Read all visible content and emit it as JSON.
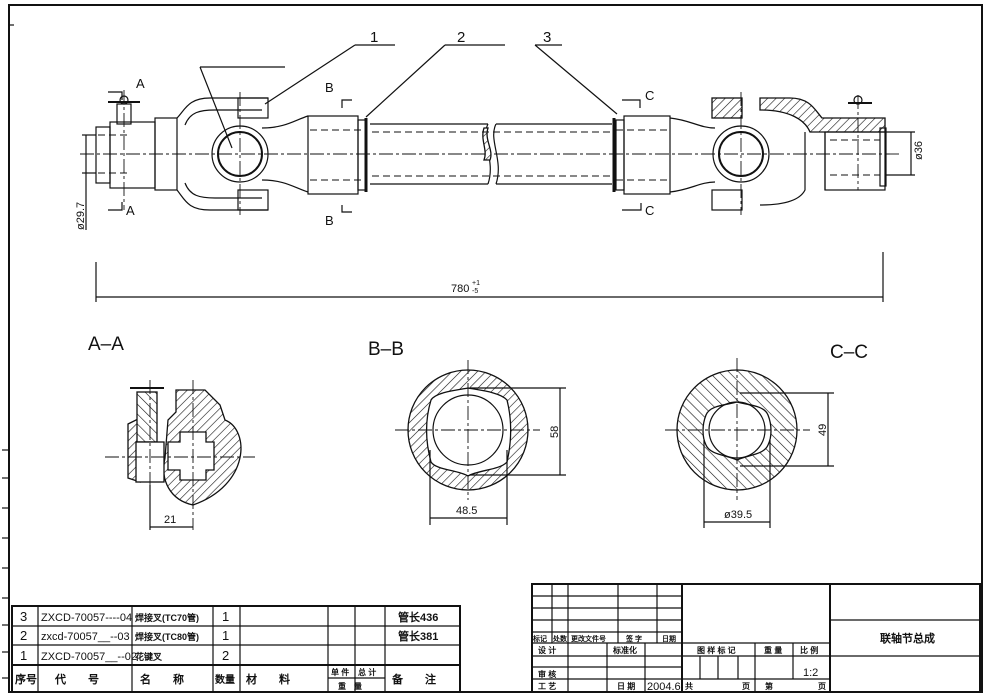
{
  "drawing": {
    "part_labels": [
      "1",
      "2",
      "3"
    ],
    "section_markers": {
      "a": "A",
      "b": "B",
      "c": "C"
    },
    "dimensions": {
      "left_diameter": "ø29.7",
      "right_diameter": "ø36",
      "overall_length": "780",
      "overall_tol_upper": "+1",
      "overall_tol_lower": "-5",
      "aa_width": "21",
      "bb_height": "58",
      "bb_width": "48.5",
      "cc_height": "49",
      "cc_diameter": "ø39.5"
    },
    "section_titles": {
      "aa": "A–A",
      "bb": "B–B",
      "cc": "C–C"
    }
  },
  "parts_list": {
    "rows": [
      {
        "no": "3",
        "code": "ZXCD-70057----04",
        "name": "焊接叉(TC70管)",
        "qty": "1",
        "material": "",
        "unit_weight": "",
        "total_weight": "",
        "remark": "管长436"
      },
      {
        "no": "2",
        "code": "zxcd-70057__--03",
        "name": "焊接叉(TC80管)",
        "qty": "1",
        "material": "",
        "unit_weight": "",
        "total_weight": "",
        "remark": "管长381"
      },
      {
        "no": "1",
        "code": "ZXCD-70057__--02",
        "name": "花键叉",
        "qty": "2",
        "material": "",
        "unit_weight": "",
        "total_weight": "",
        "remark": ""
      }
    ],
    "header": {
      "no": "序号",
      "code": "代　　号",
      "name": "名　　称",
      "qty": "数量",
      "material": "材　　料",
      "unit": "单 件",
      "total": "总 计",
      "weight": "重　量",
      "remark": "备　　注"
    }
  },
  "title_block": {
    "title": "联轴节总成",
    "rev_headers": [
      "标记",
      "处数",
      "更改文件号",
      "签 字",
      "日期"
    ],
    "design": "设 计",
    "standardization": "标准化",
    "review": "审 核",
    "process": "工 艺",
    "date_label": "日 期",
    "date": "2004.6",
    "pattern_mark": "图 样 标 记",
    "weight": "重 量",
    "scale_label": "比 例",
    "scale": "1:2",
    "total_sheets": "共",
    "sheet_no": "第",
    "sheet_unit": "页"
  }
}
